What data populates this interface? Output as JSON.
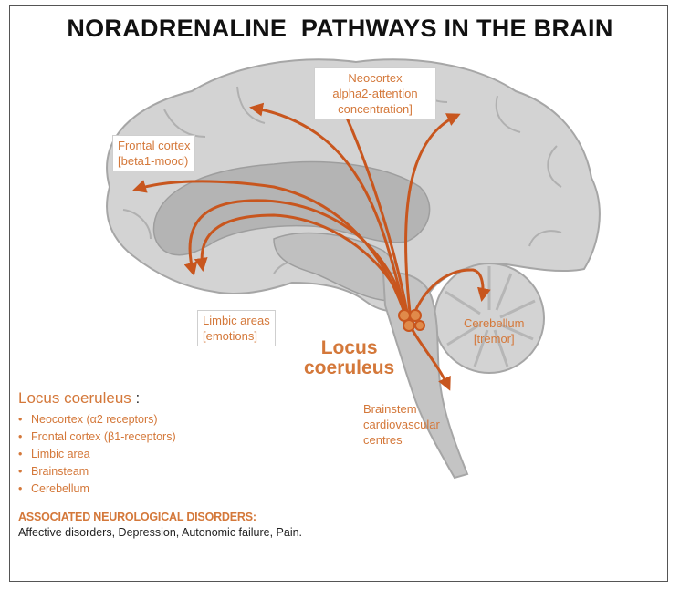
{
  "title": "NORADRENALINE  PATHWAYS IN THE BRAIN",
  "colors": {
    "accent": "#d4783a",
    "arrow": "#c8561e",
    "brain_fill": "#d3d3d3",
    "brain_stroke": "#a6a6a6",
    "inner_fill": "#b4b4b4"
  },
  "labels": {
    "neocortex": [
      "Neocortex",
      "alpha2-attention",
      "concentration]"
    ],
    "frontal": [
      "Frontal cortex",
      "[beta1-mood)"
    ],
    "limbic": [
      "Limbic areas",
      "[emotions]"
    ],
    "cerebellum": [
      "Cerebellum",
      "[tremor]"
    ],
    "brainstem": [
      "Brainstem",
      "cardiovascular",
      "centres"
    ],
    "locus": [
      "Locus",
      "coeruleus"
    ]
  },
  "legend": {
    "heading": "Locus coeruleus",
    "colon": " :",
    "items": [
      "Neocortex (α2 receptors)",
      "Frontal cortex (β1-receptors)",
      "Limbic area",
      "Brainsteam",
      "Cerebellum"
    ],
    "bullet": "•"
  },
  "disorders": {
    "heading": "ASSOCIATED NEUROLOGICAL DISORDERS:",
    "text": "Affective disorders, Depression, Autonomic failure, Pain."
  }
}
